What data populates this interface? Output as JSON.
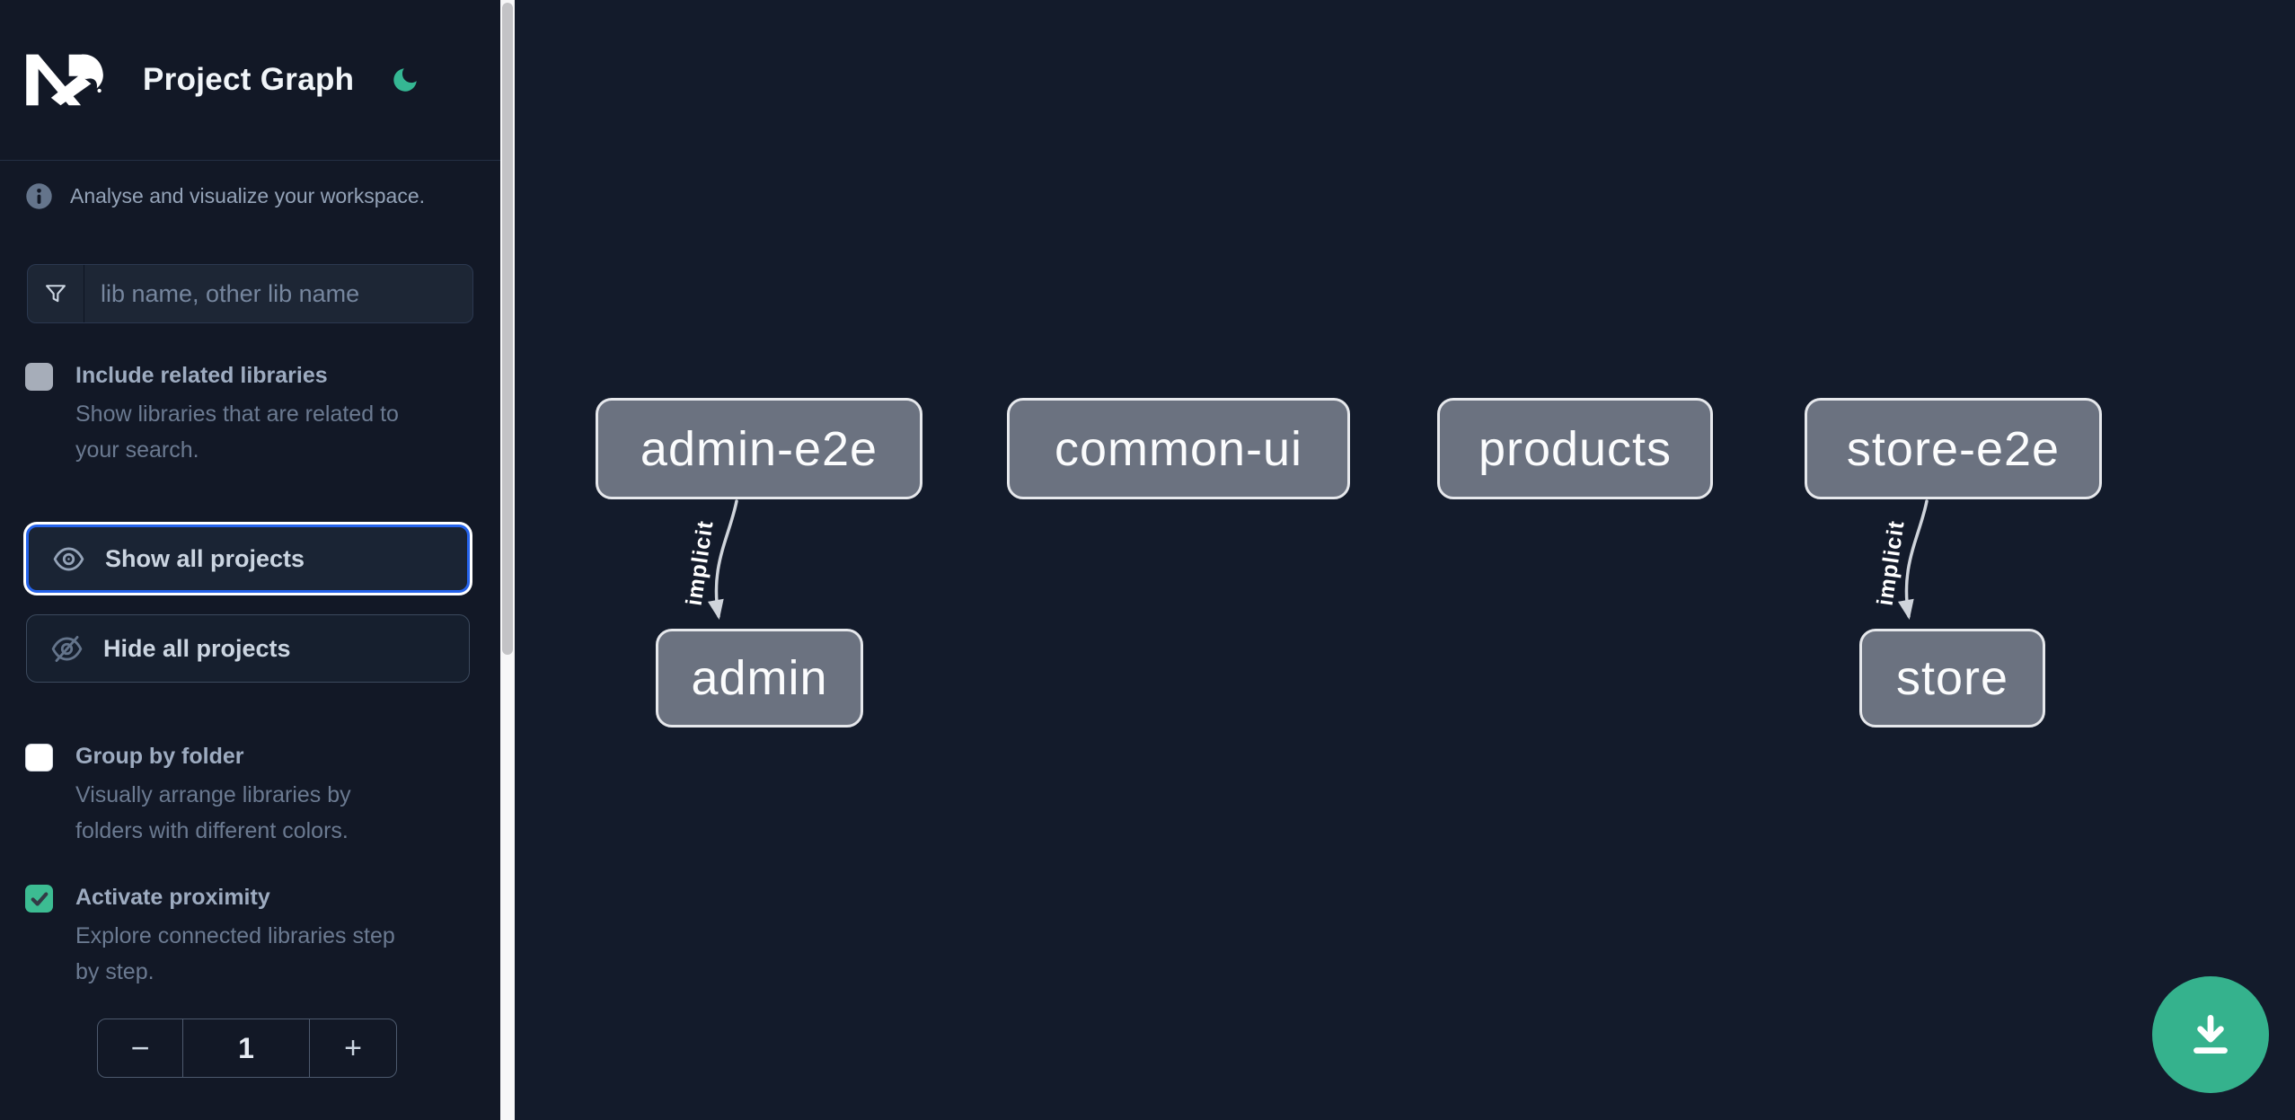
{
  "header": {
    "title": "Project Graph",
    "logo": "nx-logo",
    "theme_toggle": "moon-icon"
  },
  "sidebar": {
    "tagline": "Analyse and visualize your workspace.",
    "search": {
      "placeholder": "lib name, other lib name",
      "value": "",
      "icon": "filter-funnel-icon"
    },
    "options": [
      {
        "label": "Include related libraries",
        "desc_lines": [
          "Show libraries that are related to",
          "your search."
        ],
        "checked": false,
        "enabled": false
      },
      {
        "label": "Group by folder",
        "desc_lines": [
          "Visually arrange libraries by",
          "folders with different colors."
        ],
        "checked": false,
        "enabled": true
      },
      {
        "label": "Activate proximity",
        "desc_lines": [
          "Explore connected libraries step",
          "by step."
        ],
        "checked": true,
        "enabled": true
      }
    ],
    "buttons": [
      {
        "label": "Show all projects",
        "icon": "eye-icon",
        "focused": true
      },
      {
        "label": "Hide all projects",
        "icon": "eye-off-icon",
        "focused": false
      }
    ],
    "stepper": {
      "decrement": "−",
      "value": "1",
      "increment": "+"
    }
  },
  "graph": {
    "nodes": [
      {
        "label": "admin-e2e"
      },
      {
        "label": "common-ui"
      },
      {
        "label": "products"
      },
      {
        "label": "store-e2e"
      },
      {
        "label": "admin"
      },
      {
        "label": "store"
      }
    ],
    "edges": [
      {
        "source": "admin-e2e",
        "target": "admin",
        "label": "implicit"
      },
      {
        "source": "store-e2e",
        "target": "store",
        "label": "implicit"
      }
    ]
  },
  "fab": {
    "icon": "download-icon"
  },
  "colors": {
    "background": "#131b2b",
    "sidebar_background": "#121826",
    "accent_green": "#3bb795",
    "focus_blue": "#2563eb",
    "node_fill": "#6b7280",
    "node_border": "#e6e8ec",
    "edge": "#cfd4db"
  }
}
